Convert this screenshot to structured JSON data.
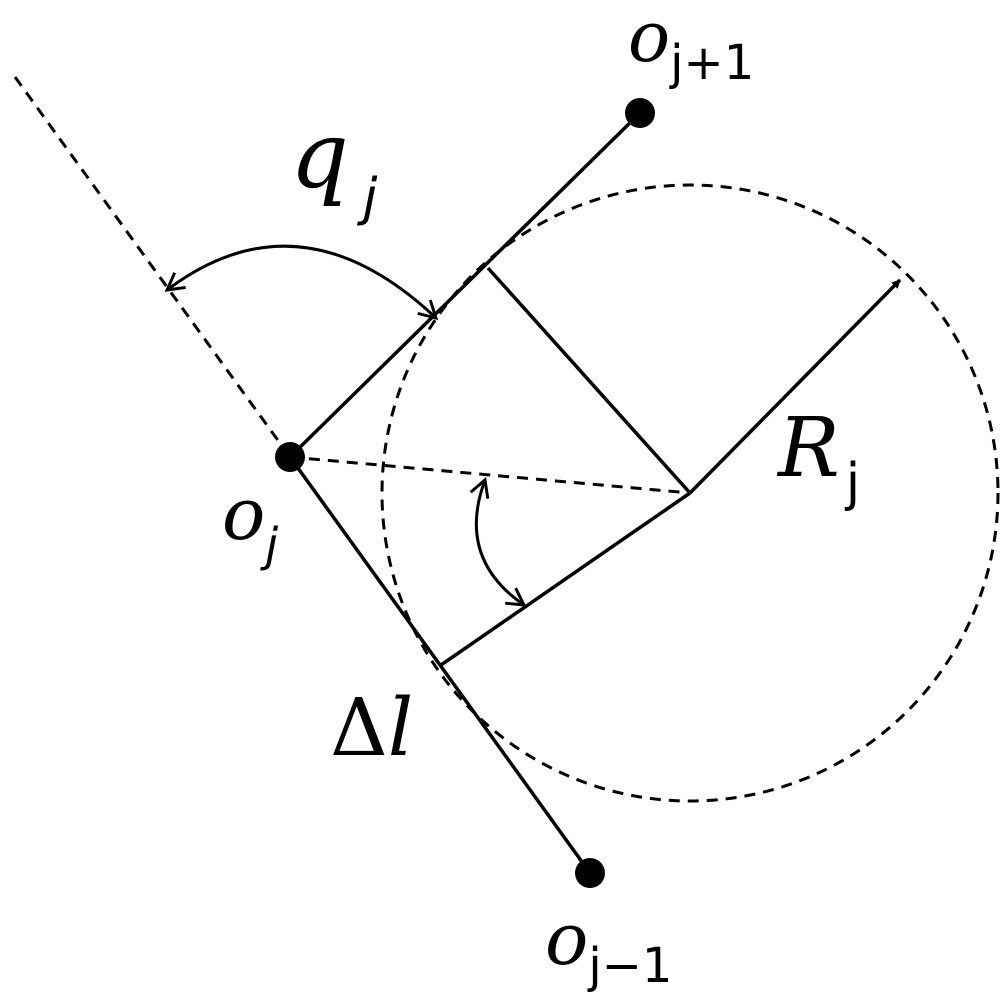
{
  "labels": {
    "o_next": {
      "base": "o",
      "sub": "j+1"
    },
    "q_j": {
      "base": "q",
      "sub": "j"
    },
    "r_j": {
      "base": "R",
      "sub": "j"
    },
    "o_j": {
      "base": "o",
      "sub": "j"
    },
    "delta_l": {
      "symbol": "Δ",
      "var": "l"
    },
    "o_prev": {
      "base": "o",
      "sub": "j−1"
    }
  },
  "colors": {
    "ink": "#000000",
    "background": "#ffffff"
  }
}
